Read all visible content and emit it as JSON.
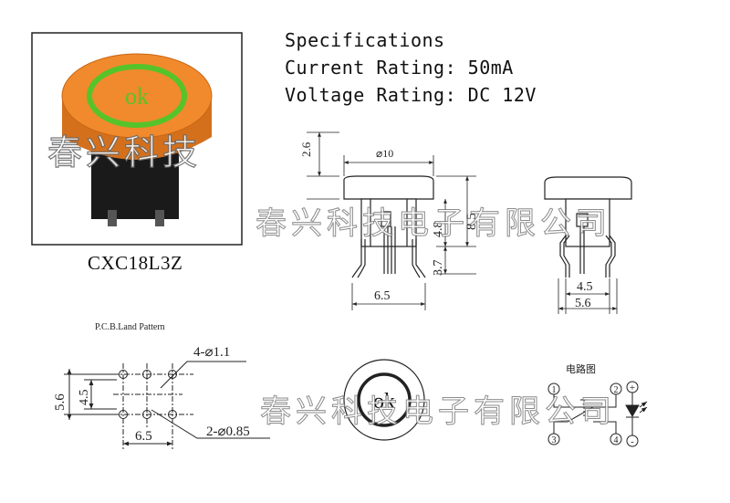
{
  "specs": {
    "heading": "Specifications",
    "current": "Current Rating: 50mA",
    "voltage": "Voltage Rating: DC 12V"
  },
  "product": {
    "model": "CXC18L3Z",
    "cap_label": "ok",
    "cap_color": "#f08a2c",
    "ring_color": "#57c32a"
  },
  "dimensions": {
    "cap_diameter": "⌀10",
    "cap_height": "2.6",
    "body_height": "8.5",
    "pin_height_upper": "4.8",
    "pin_height_lower": "3.7",
    "front_width": "6.5",
    "side_inner": "4.5",
    "side_outer": "5.6"
  },
  "pcb": {
    "title": "P.C.B.Land Pattern",
    "holes_large": "4-⌀1.1",
    "holes_small": "2-⌀0.85",
    "height_outer": "5.6",
    "height_inner": "4.5",
    "width": "6.5"
  },
  "circuit": {
    "title": "电路图",
    "pin1": "1",
    "pin2": "2",
    "pin3": "3",
    "pin4": "4",
    "plus": "+",
    "minus": "-"
  },
  "watermark": {
    "short": "春兴科技",
    "long": "春兴科技电子有限公司"
  }
}
